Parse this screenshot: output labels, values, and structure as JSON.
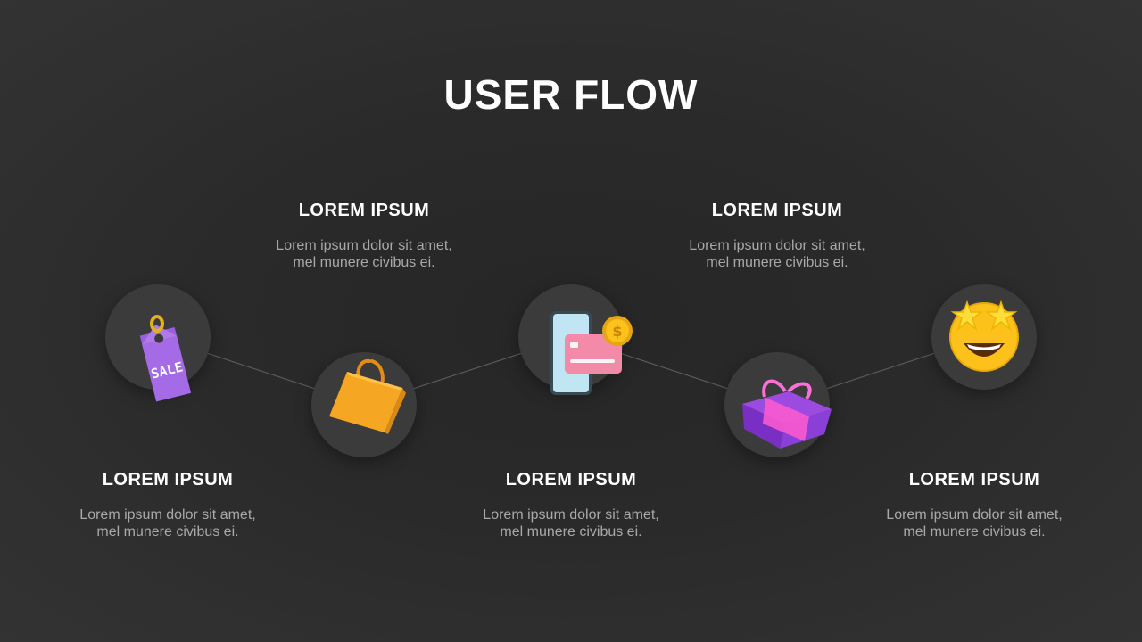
{
  "title": "USER FLOW",
  "steps": [
    {
      "heading": "LOREM IPSUM",
      "line1": "Lorem ipsum dolor sit amet,",
      "line2": "mel munere civibus ei.",
      "icon": "sale-tag-icon",
      "icon_text": "SALE",
      "color": "#a56be6"
    },
    {
      "heading": "LOREM IPSUM",
      "line1": "Lorem ipsum dolor sit amet,",
      "line2": "mel munere civibus ei.",
      "icon": "shopping-bag-icon",
      "color": "#f5a623"
    },
    {
      "heading": "LOREM IPSUM",
      "line1": "Lorem ipsum dolor sit amet,",
      "line2": "mel munere civibus ei.",
      "icon": "mobile-payment-icon",
      "color": "#f28aa8"
    },
    {
      "heading": "LOREM IPSUM",
      "line1": "Lorem ipsum dolor sit amet,",
      "line2": "mel munere civibus ei.",
      "icon": "gift-box-icon",
      "color": "#8a3fd6"
    },
    {
      "heading": "LOREM IPSUM",
      "line1": "Lorem ipsum dolor sit amet,",
      "line2": "mel munere civibus ei.",
      "icon": "star-struck-emoji-icon",
      "color": "#fcc21b"
    }
  ]
}
